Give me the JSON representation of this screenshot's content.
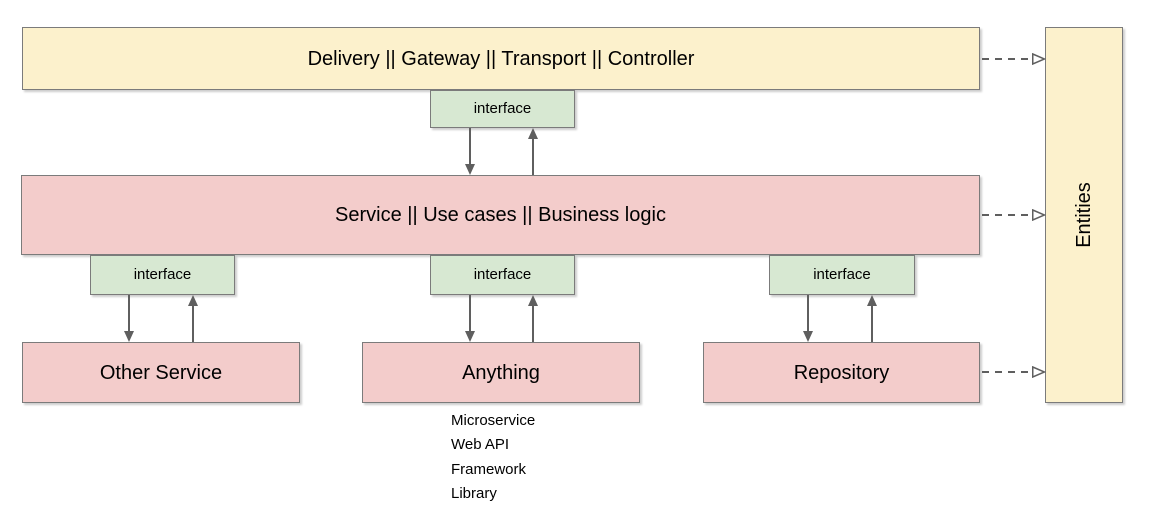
{
  "diagram": {
    "title": "clean-architecture-layers",
    "layers": {
      "delivery": "Delivery || Gateway || Transport || Controller",
      "service": "Service || Use cases || Business logic",
      "entities": "Entities",
      "other_service": "Other Service",
      "anything": "Anything",
      "repository": "Repository"
    },
    "interface_label": "interface",
    "anything_examples": [
      "Microservice",
      "Web API",
      "Framework",
      "Library"
    ],
    "colors": {
      "outer_layer_fill": "#fcf1cc",
      "inner_layer_fill": "#f3cccb",
      "interface_fill": "#d7e8d2",
      "border": "#7b7b7b",
      "arrow": "#5f5f5f",
      "text": "#000000",
      "background": "#ffffff"
    }
  }
}
